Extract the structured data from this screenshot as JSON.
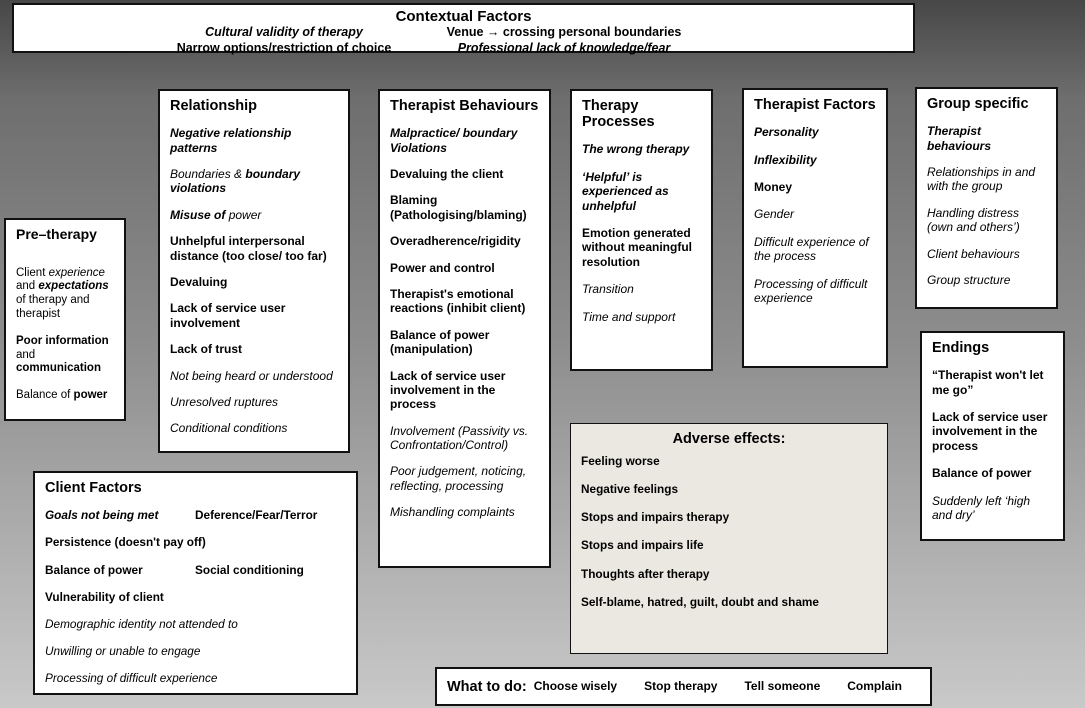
{
  "colors": {
    "bg-top": "#474747",
    "bg-mid": "#8d8d8d",
    "bg-bottom": "#c9c9c9",
    "box-bg": "#ffffff",
    "adverse-bg": "#eae8e0",
    "border": "#111111"
  },
  "boxes": {
    "contextual": {
      "title": "Contextual Factors",
      "cells": [
        {
          "segments": [
            {
              "t": "Cultural validity of therapy",
              "s": "bi"
            }
          ]
        },
        {
          "segments": [
            {
              "t": "Venue → crossing personal boundaries",
              "s": "b"
            }
          ]
        },
        {
          "segments": [
            {
              "t": "Narrow options/restriction of choice",
              "s": "b"
            }
          ]
        },
        {
          "segments": [
            {
              "t": "Professional lack of knowledge/fear",
              "s": "bi"
            }
          ]
        }
      ]
    },
    "relationship": {
      "title": "Relationship",
      "items": [
        {
          "segments": [
            {
              "t": "Negative relationship patterns",
              "s": "bi"
            }
          ]
        },
        {
          "segments": [
            {
              "t": "Boundaries & ",
              "s": "i"
            },
            {
              "t": "boundary violations",
              "s": "bi"
            }
          ]
        },
        {
          "segments": [
            {
              "t": "Misuse of ",
              "s": "bi"
            },
            {
              "t": "power",
              "s": "i"
            }
          ]
        },
        {
          "segments": [
            {
              "t": "Unhelpful interpersonal distance (too close/ too far)",
              "s": "b"
            }
          ]
        },
        {
          "segments": [
            {
              "t": "Devaluing",
              "s": "b"
            }
          ]
        },
        {
          "segments": [
            {
              "t": "Lack of service user involvement",
              "s": "b"
            }
          ]
        },
        {
          "segments": [
            {
              "t": "Lack of trust",
              "s": "b"
            }
          ]
        },
        {
          "segments": [
            {
              "t": "Not being heard or understood",
              "s": "i"
            }
          ]
        },
        {
          "segments": [
            {
              "t": "Unresolved ruptures",
              "s": "i"
            }
          ]
        },
        {
          "segments": [
            {
              "t": "Conditional conditions",
              "s": "i"
            }
          ]
        }
      ]
    },
    "therapist_behaviours": {
      "title": "Therapist Behaviours",
      "items": [
        {
          "segments": [
            {
              "t": "Malpractice/ boundary Violations",
              "s": "bi"
            }
          ]
        },
        {
          "segments": [
            {
              "t": "Devaluing the client",
              "s": "b"
            }
          ]
        },
        {
          "segments": [
            {
              "t": "Blaming (Pathologising/blaming)",
              "s": "b"
            }
          ]
        },
        {
          "segments": [
            {
              "t": "Overadherence/rigidity",
              "s": "b"
            }
          ]
        },
        {
          "segments": [
            {
              "t": "Power and control",
              "s": "b"
            }
          ]
        },
        {
          "segments": [
            {
              "t": "Therapist's emotional reactions (inhibit client)",
              "s": "b"
            }
          ]
        },
        {
          "segments": [
            {
              "t": "Balance of power (manipulation)",
              "s": "b"
            }
          ]
        },
        {
          "segments": [
            {
              "t": "Lack of service user involvement in the process",
              "s": "b"
            }
          ]
        },
        {
          "segments": [
            {
              "t": "Involvement (Passivity vs. Confrontation/Control)",
              "s": "i"
            }
          ]
        },
        {
          "segments": [
            {
              "t": "Poor judgement, noticing, reflecting, processing",
              "s": "i"
            }
          ]
        },
        {
          "segments": [
            {
              "t": "Mishandling complaints",
              "s": "i"
            }
          ]
        }
      ]
    },
    "therapy_processes": {
      "title": "Therapy Processes",
      "items": [
        {
          "segments": [
            {
              "t": "The wrong therapy",
              "s": "bi"
            }
          ]
        },
        {
          "segments": [
            {
              "t": "‘Helpful’ is experienced as unhelpful",
              "s": "bi"
            }
          ]
        },
        {
          "segments": [
            {
              "t": "Emotion generated without meaningful resolution",
              "s": "b"
            }
          ]
        },
        {
          "segments": [
            {
              "t": "Transition",
              "s": "i"
            }
          ]
        },
        {
          "segments": [
            {
              "t": "Time and support",
              "s": "i"
            }
          ]
        }
      ]
    },
    "therapist_factors": {
      "title": "Therapist Factors",
      "items": [
        {
          "segments": [
            {
              "t": "Personality",
              "s": "bi"
            }
          ]
        },
        {
          "segments": [
            {
              "t": "Inflexibility",
              "s": "bi"
            }
          ]
        },
        {
          "segments": [
            {
              "t": "Money",
              "s": "b"
            }
          ]
        },
        {
          "segments": [
            {
              "t": "Gender",
              "s": "i"
            }
          ]
        },
        {
          "segments": [
            {
              "t": "Difficult experience of the process",
              "s": "i"
            }
          ]
        },
        {
          "segments": [
            {
              "t": "Processing of difficult experience",
              "s": "i"
            }
          ]
        }
      ]
    },
    "group_specific": {
      "title": "Group specific",
      "items": [
        {
          "segments": [
            {
              "t": "Therapist behaviours",
              "s": "bi"
            }
          ]
        },
        {
          "segments": [
            {
              "t": "Relationships in and with the group",
              "s": "i"
            }
          ]
        },
        {
          "segments": [
            {
              "t": "Handling distress (own and others’)",
              "s": "i"
            }
          ]
        },
        {
          "segments": [
            {
              "t": "Client behaviours",
              "s": "i"
            }
          ]
        },
        {
          "segments": [
            {
              "t": "Group structure",
              "s": "i"
            }
          ]
        }
      ]
    },
    "pre_therapy": {
      "title": "Pre–therapy",
      "items": [
        {
          "segments": [
            {
              "t": "Client ",
              "s": "r"
            },
            {
              "t": "experience",
              "s": "i"
            },
            {
              "t": " and ",
              "s": "r"
            },
            {
              "t": "expectations",
              "s": "bi"
            },
            {
              "t": " of therapy and therapist",
              "s": "r"
            }
          ]
        },
        {
          "segments": [
            {
              "t": "Poor information",
              "s": "b"
            },
            {
              "t": " and ",
              "s": "r"
            },
            {
              "t": "communication",
              "s": "b"
            }
          ]
        },
        {
          "segments": [
            {
              "t": "Balance of ",
              "s": "r"
            },
            {
              "t": "power",
              "s": "b"
            }
          ]
        }
      ]
    },
    "endings": {
      "title": "Endings",
      "items": [
        {
          "segments": [
            {
              "t": "“Therapist won't let me go”",
              "s": "b"
            }
          ]
        },
        {
          "segments": [
            {
              "t": "Lack of service user involvement in the process",
              "s": "b"
            }
          ]
        },
        {
          "segments": [
            {
              "t": "Balance of power",
              "s": "b"
            }
          ]
        },
        {
          "segments": [
            {
              "t": "Suddenly left ‘high and dry’",
              "s": "i"
            }
          ]
        }
      ]
    },
    "client_factors": {
      "title": "Client Factors",
      "items": [
        {
          "segments": [
            {
              "t": "Goals not being met",
              "s": "bi"
            }
          ],
          "right": [
            {
              "t": "Deference/Fear/Terror",
              "s": "b"
            }
          ]
        },
        {
          "segments": [
            {
              "t": "Persistence (doesn't pay off)",
              "s": "b"
            }
          ]
        },
        {
          "segments": [
            {
              "t": "Balance of power",
              "s": "b"
            }
          ],
          "right": [
            {
              "t": "Social conditioning",
              "s": "b"
            }
          ]
        },
        {
          "segments": [
            {
              "t": "Vulnerability of client",
              "s": "b"
            }
          ]
        },
        {
          "segments": [
            {
              "t": "Demographic identity not attended to",
              "s": "i"
            }
          ]
        },
        {
          "segments": [
            {
              "t": "Unwilling or unable to engage",
              "s": "i"
            }
          ]
        },
        {
          "segments": [
            {
              "t": "Processing of difficult experience",
              "s": "i"
            }
          ]
        }
      ]
    },
    "adverse_effects": {
      "title": "Adverse effects:",
      "items": [
        {
          "segments": [
            {
              "t": "Feeling worse",
              "s": "b"
            }
          ]
        },
        {
          "segments": [
            {
              "t": "Negative feelings",
              "s": "b"
            }
          ]
        },
        {
          "segments": [
            {
              "t": "Stops and impairs therapy",
              "s": "b"
            }
          ]
        },
        {
          "segments": [
            {
              "t": "Stops and impairs life",
              "s": "b"
            }
          ]
        },
        {
          "segments": [
            {
              "t": "Thoughts after therapy",
              "s": "b"
            }
          ]
        },
        {
          "segments": [
            {
              "t": "Self-blame, hatred, guilt, doubt and shame",
              "s": "b"
            }
          ]
        }
      ]
    },
    "what_to_do": {
      "title": "What to do:",
      "actions": [
        {
          "segments": [
            {
              "t": "Choose wisely",
              "s": "b"
            }
          ]
        },
        {
          "segments": [
            {
              "t": "Stop therapy",
              "s": "b"
            }
          ]
        },
        {
          "segments": [
            {
              "t": "Tell someone",
              "s": "b"
            }
          ]
        },
        {
          "segments": [
            {
              "t": "Complain",
              "s": "b"
            }
          ]
        }
      ]
    }
  }
}
